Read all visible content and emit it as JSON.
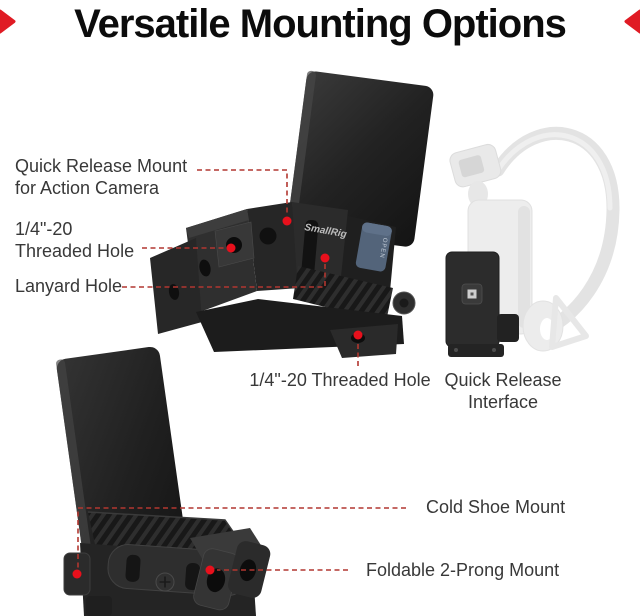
{
  "title": "Versatile Mounting Options",
  "colors": {
    "accent_red": "#e01b24",
    "leader_line_red": "#b23730",
    "dot_red": "#e8101c",
    "label_text": "#383838",
    "title_text": "#0c0c0c",
    "latch_blue": "#53647a"
  },
  "annotations": {
    "quick_release_mount": {
      "line1": "Quick Release Mount",
      "line2": "for Action Camera"
    },
    "threaded_hole_side": {
      "line1": "1/4\"-20",
      "line2": "Threaded Hole"
    },
    "lanyard_hole": {
      "text": "Lanyard Hole"
    },
    "threaded_hole_bottom": {
      "text": "1/4\"-20 Threaded Hole"
    },
    "quick_release_interface": {
      "line1": "Quick Release",
      "line2": "Interface"
    },
    "cold_shoe_mount": {
      "text": "Cold Shoe Mount"
    },
    "foldable_two_prong_mount": {
      "text": "Foldable 2-Prong Mount"
    }
  },
  "product_markings": {
    "brand": "SmallRig",
    "latch_label": "OPEN"
  }
}
